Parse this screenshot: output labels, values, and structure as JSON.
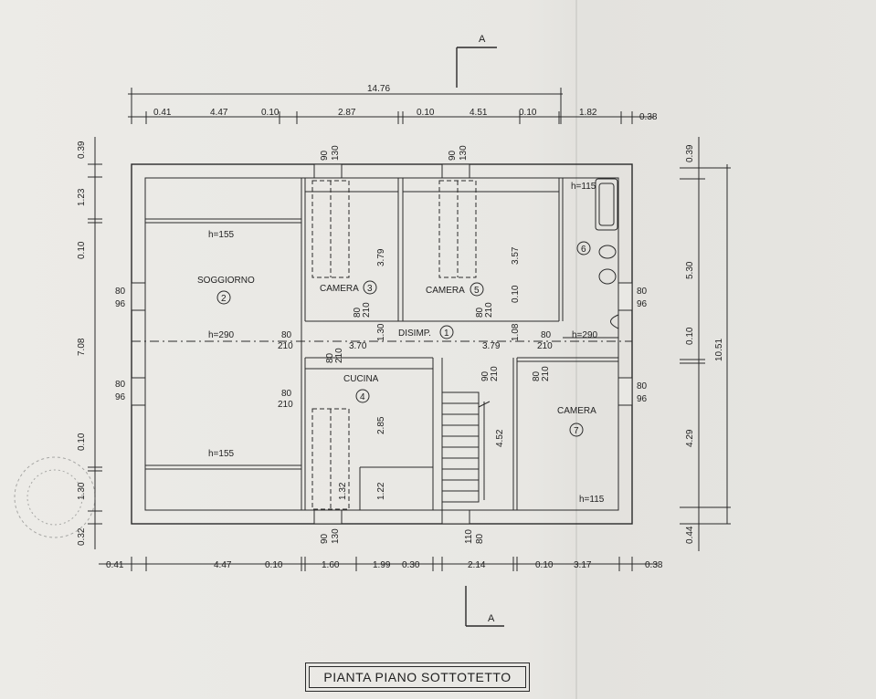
{
  "title": "PIANTA PIANO SOTTOTETTO",
  "section_marks": [
    "A",
    "A"
  ],
  "top_dims": {
    "overall": "14.76",
    "segments": [
      "0.41",
      "4.47",
      "0.10",
      "2.87",
      "0.10",
      "4.51",
      "0.10",
      "1.82",
      "0.38"
    ]
  },
  "bottom_dims": [
    "0.41",
    "4.47",
    "0.10",
    "1.60",
    "1.99",
    "0.30",
    "2.14",
    "0.10",
    "3.17",
    "0.38"
  ],
  "left_dims": [
    "0.39",
    "1.23",
    "0.10",
    "7.08",
    "0.10",
    "1.30",
    "0.32"
  ],
  "right_dims": {
    "segments": [
      "0.39",
      "5.30",
      "0.10",
      "4.29",
      "0.44"
    ],
    "overall": "10.51"
  },
  "rooms": [
    {
      "name": "SOGGIORNO",
      "num": "2"
    },
    {
      "name": "CAMERA",
      "num": "3"
    },
    {
      "name": "CAMERA",
      "num": "5"
    },
    {
      "name": "DISIMP.",
      "num": "1"
    },
    {
      "name": "CUCINA",
      "num": "4"
    },
    {
      "name": "CAMERA",
      "num": "7"
    },
    {
      "name": "",
      "num": "6"
    }
  ],
  "heights": {
    "h155a": "h=155",
    "h290a": "h=290",
    "h155b": "h=155",
    "h115a": "h=115",
    "h290b": "h=290",
    "h115b": "h=115"
  },
  "openings": {
    "w90": "90",
    "w130": "130",
    "w80": "80",
    "w96": "96",
    "w210": "210",
    "w110": "110"
  },
  "internal_dims": {
    "d379": "3.79",
    "d357": "3.57",
    "d010": "0.10",
    "d130": "1.30",
    "d108": "1.08",
    "d370": "3.70",
    "d379b": "3.79",
    "d285": "2.85",
    "d452": "4.52",
    "d132": "1.32",
    "d122": "1.22"
  }
}
